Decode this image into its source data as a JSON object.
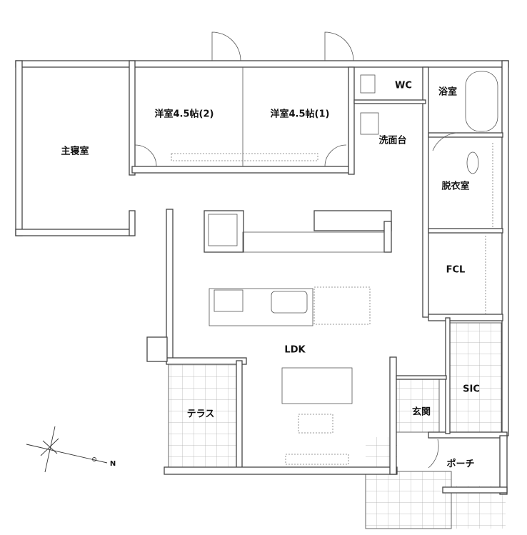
{
  "rooms": {
    "master_bedroom": "主寝室",
    "western_room_2": "洋室4.5帖(2)",
    "western_room_1": "洋室4.5帖(1)",
    "wc": "WC",
    "bathroom": "浴室",
    "washstand": "洗面台",
    "dressing_room": "脱衣室",
    "fcl": "FCL",
    "ldk": "LDK",
    "sic": "SIC",
    "entrance": "玄関",
    "terrace": "テラス",
    "porch": "ポーチ"
  },
  "compass": {
    "north_label": "N"
  }
}
